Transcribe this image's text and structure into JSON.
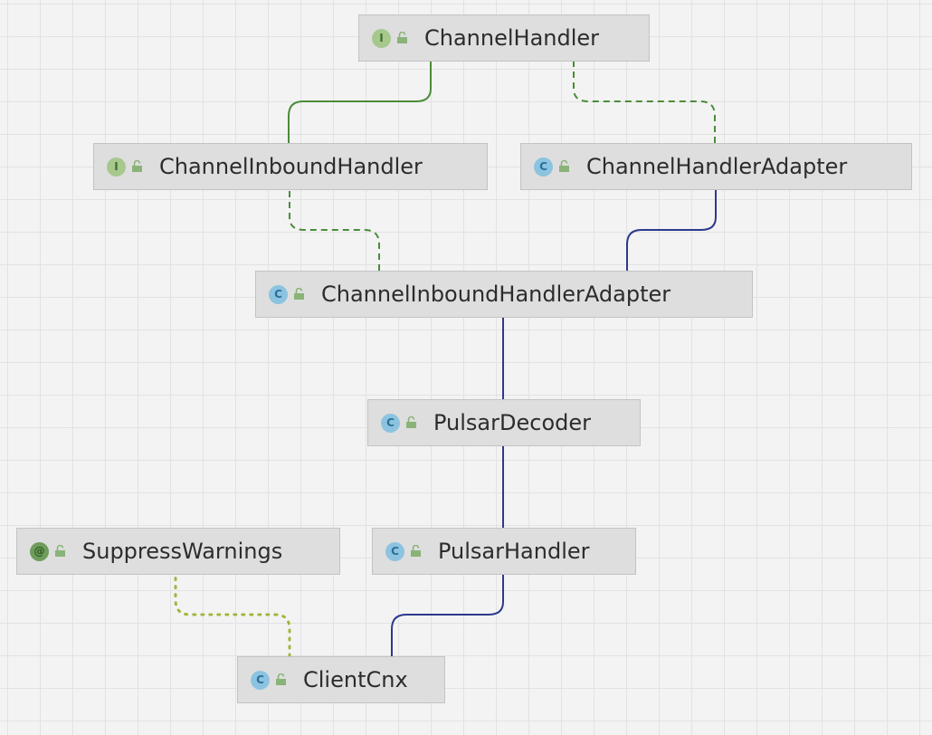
{
  "nodes": [
    {
      "id": "ChannelHandler",
      "label": "ChannelHandler",
      "kind": "interface",
      "badge": "I",
      "icon": "interface-icon"
    },
    {
      "id": "ChannelInboundHandler",
      "label": "ChannelInboundHandler",
      "kind": "interface",
      "badge": "I",
      "icon": "interface-icon"
    },
    {
      "id": "ChannelHandlerAdapter",
      "label": "ChannelHandlerAdapter",
      "kind": "class",
      "badge": "C",
      "icon": "class-icon"
    },
    {
      "id": "ChannelInboundHandlerAdapter",
      "label": "ChannelInboundHandlerAdapter",
      "kind": "class",
      "badge": "C",
      "icon": "class-icon"
    },
    {
      "id": "PulsarDecoder",
      "label": "PulsarDecoder",
      "kind": "class",
      "badge": "C",
      "icon": "class-icon"
    },
    {
      "id": "SuppressWarnings",
      "label": "SuppressWarnings",
      "kind": "annotation",
      "badge": "@",
      "icon": "annotation-icon"
    },
    {
      "id": "PulsarHandler",
      "label": "PulsarHandler",
      "kind": "class",
      "badge": "C",
      "icon": "class-icon"
    },
    {
      "id": "ClientCnx",
      "label": "ClientCnx",
      "kind": "class",
      "badge": "C",
      "icon": "class-icon"
    }
  ],
  "edges": [
    {
      "from": "ChannelInboundHandler",
      "to": "ChannelHandler",
      "type": "extends-interface"
    },
    {
      "from": "ChannelHandlerAdapter",
      "to": "ChannelHandler",
      "type": "implements"
    },
    {
      "from": "ChannelInboundHandlerAdapter",
      "to": "ChannelInboundHandler",
      "type": "implements"
    },
    {
      "from": "ChannelInboundHandlerAdapter",
      "to": "ChannelHandlerAdapter",
      "type": "extends"
    },
    {
      "from": "PulsarDecoder",
      "to": "ChannelInboundHandlerAdapter",
      "type": "extends"
    },
    {
      "from": "PulsarHandler",
      "to": "PulsarDecoder",
      "type": "extends"
    },
    {
      "from": "ClientCnx",
      "to": "PulsarHandler",
      "type": "extends"
    },
    {
      "from": "ClientCnx",
      "to": "SuppressWarnings",
      "type": "annotated-by"
    }
  ],
  "colors": {
    "extends": "#2b3a8c",
    "implements": "#4a8c3a",
    "extends-interface": "#4a8c3a",
    "annotated-by": "#a4b43a"
  }
}
